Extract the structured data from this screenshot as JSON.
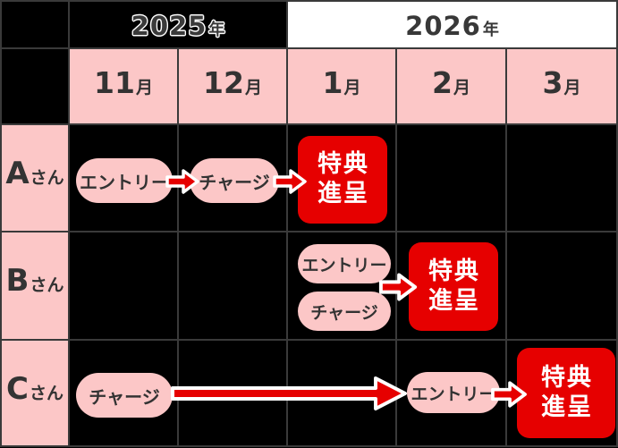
{
  "table": {
    "years": [
      {
        "num": "2025",
        "suffix": "年"
      },
      {
        "num": "2026",
        "suffix": "年"
      }
    ],
    "months": [
      {
        "num": "11",
        "suffix": "月"
      },
      {
        "num": "12",
        "suffix": "月"
      },
      {
        "num": "1",
        "suffix": "月"
      },
      {
        "num": "2",
        "suffix": "月"
      },
      {
        "num": "3",
        "suffix": "月"
      }
    ]
  },
  "rows": [
    {
      "person_name": "A",
      "person_suffix": "さん",
      "events": [
        {
          "type": "pill",
          "label": "エントリー",
          "month": "11月"
        },
        {
          "type": "pill",
          "label": "チャージ",
          "month": "12月"
        },
        {
          "type": "badge",
          "label": "特典進呈",
          "lines": [
            "特典",
            "進呈"
          ],
          "month": "1月"
        }
      ]
    },
    {
      "person_name": "B",
      "person_suffix": "さん",
      "events": [
        {
          "type": "pill",
          "label": "エントリー",
          "month": "1月"
        },
        {
          "type": "pill",
          "label": "チャージ",
          "month": "1月"
        },
        {
          "type": "badge",
          "label": "特典進呈",
          "lines": [
            "特典",
            "進呈"
          ],
          "month": "2月"
        }
      ]
    },
    {
      "person_name": "C",
      "person_suffix": "さん",
      "events": [
        {
          "type": "pill",
          "label": "チャージ",
          "month": "11月"
        },
        {
          "type": "pill",
          "label": "エントリー",
          "month": "2月"
        },
        {
          "type": "badge",
          "label": "特典進呈",
          "lines": [
            "特典",
            "進呈"
          ],
          "month": "3月"
        }
      ]
    }
  ],
  "colors": {
    "pink": "#fcc7c7",
    "red": "#e60000",
    "text_dark": "#333333",
    "grid_line": "#3a3a3a",
    "background": "#000000",
    "white": "#ffffff"
  }
}
